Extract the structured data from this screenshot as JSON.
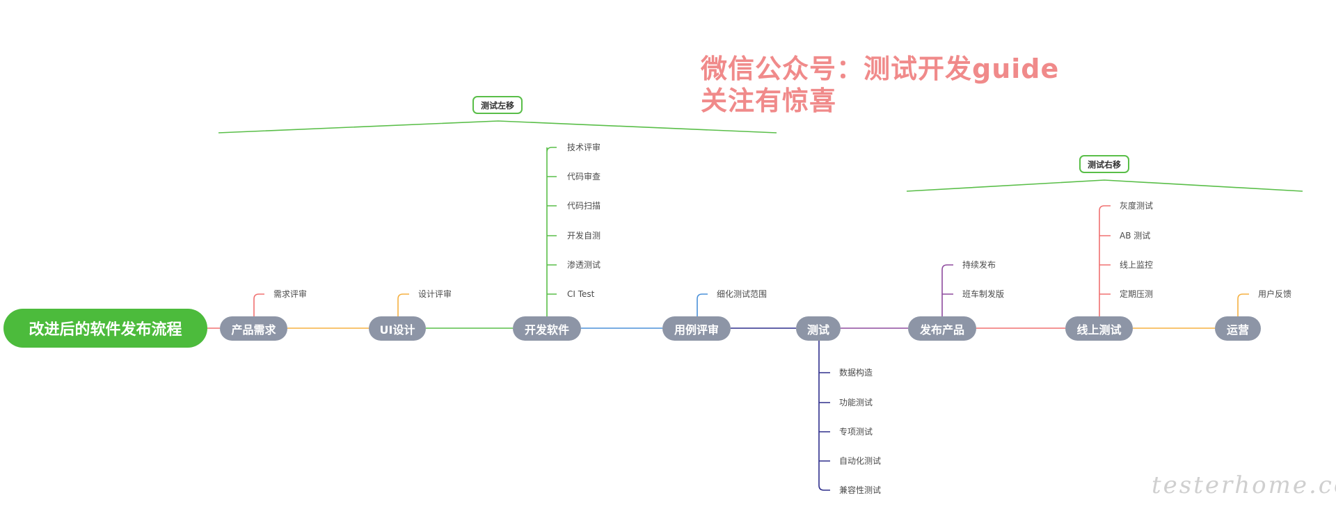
{
  "root": "改进后的软件发布流程",
  "stages": [
    {
      "label": "产品需求"
    },
    {
      "label": "UI设计"
    },
    {
      "label": "开发软件"
    },
    {
      "label": "用例评审"
    },
    {
      "label": "测试"
    },
    {
      "label": "发布产品"
    },
    {
      "label": "线上测试"
    },
    {
      "label": "运营"
    }
  ],
  "branches": {
    "requirements": [
      "需求评审"
    ],
    "design": [
      "设计评审"
    ],
    "development": [
      "技术评审",
      "代码审查",
      "代码扫描",
      "开发自测",
      "渗透测试",
      "CI Test"
    ],
    "case_review": [
      "细化测试范围"
    ],
    "testing": [
      "数据构造",
      "功能测试",
      "专项测试",
      "自动化测试",
      "兼容性测试"
    ],
    "release": [
      "持续发布",
      "班车制发版"
    ],
    "online_testing": [
      "灰度测试",
      "AB 测试",
      "线上监控",
      "定期压测"
    ],
    "operations": [
      "用户反馈"
    ]
  },
  "groups": {
    "shift_left": "测试左移",
    "shift_right": "测试右移"
  },
  "watermark": {
    "line1": "微信公众号：测试开发guide",
    "line2": "关注有惊喜"
  },
  "logo": "testerhome.com",
  "colors": {
    "root": "#4cbb3c",
    "stage_pill": "#8d95a6",
    "red": "#f07070",
    "orange": "#f5b041",
    "green": "#59be48",
    "blue": "#4a90d9",
    "navy": "#2e2e8c",
    "purple": "#8e4a9e",
    "watermark": "#f08a8a"
  }
}
